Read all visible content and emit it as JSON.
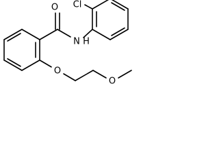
{
  "structure": {
    "type": "2D chemical structure",
    "atoms": {
      "carbonyl_oxygen": "O",
      "amide_nitrogen": "N",
      "amide_hydrogen": "H",
      "chlorine": "Cl",
      "ether_oxygen_1": "O",
      "ether_oxygen_2": "O"
    }
  }
}
